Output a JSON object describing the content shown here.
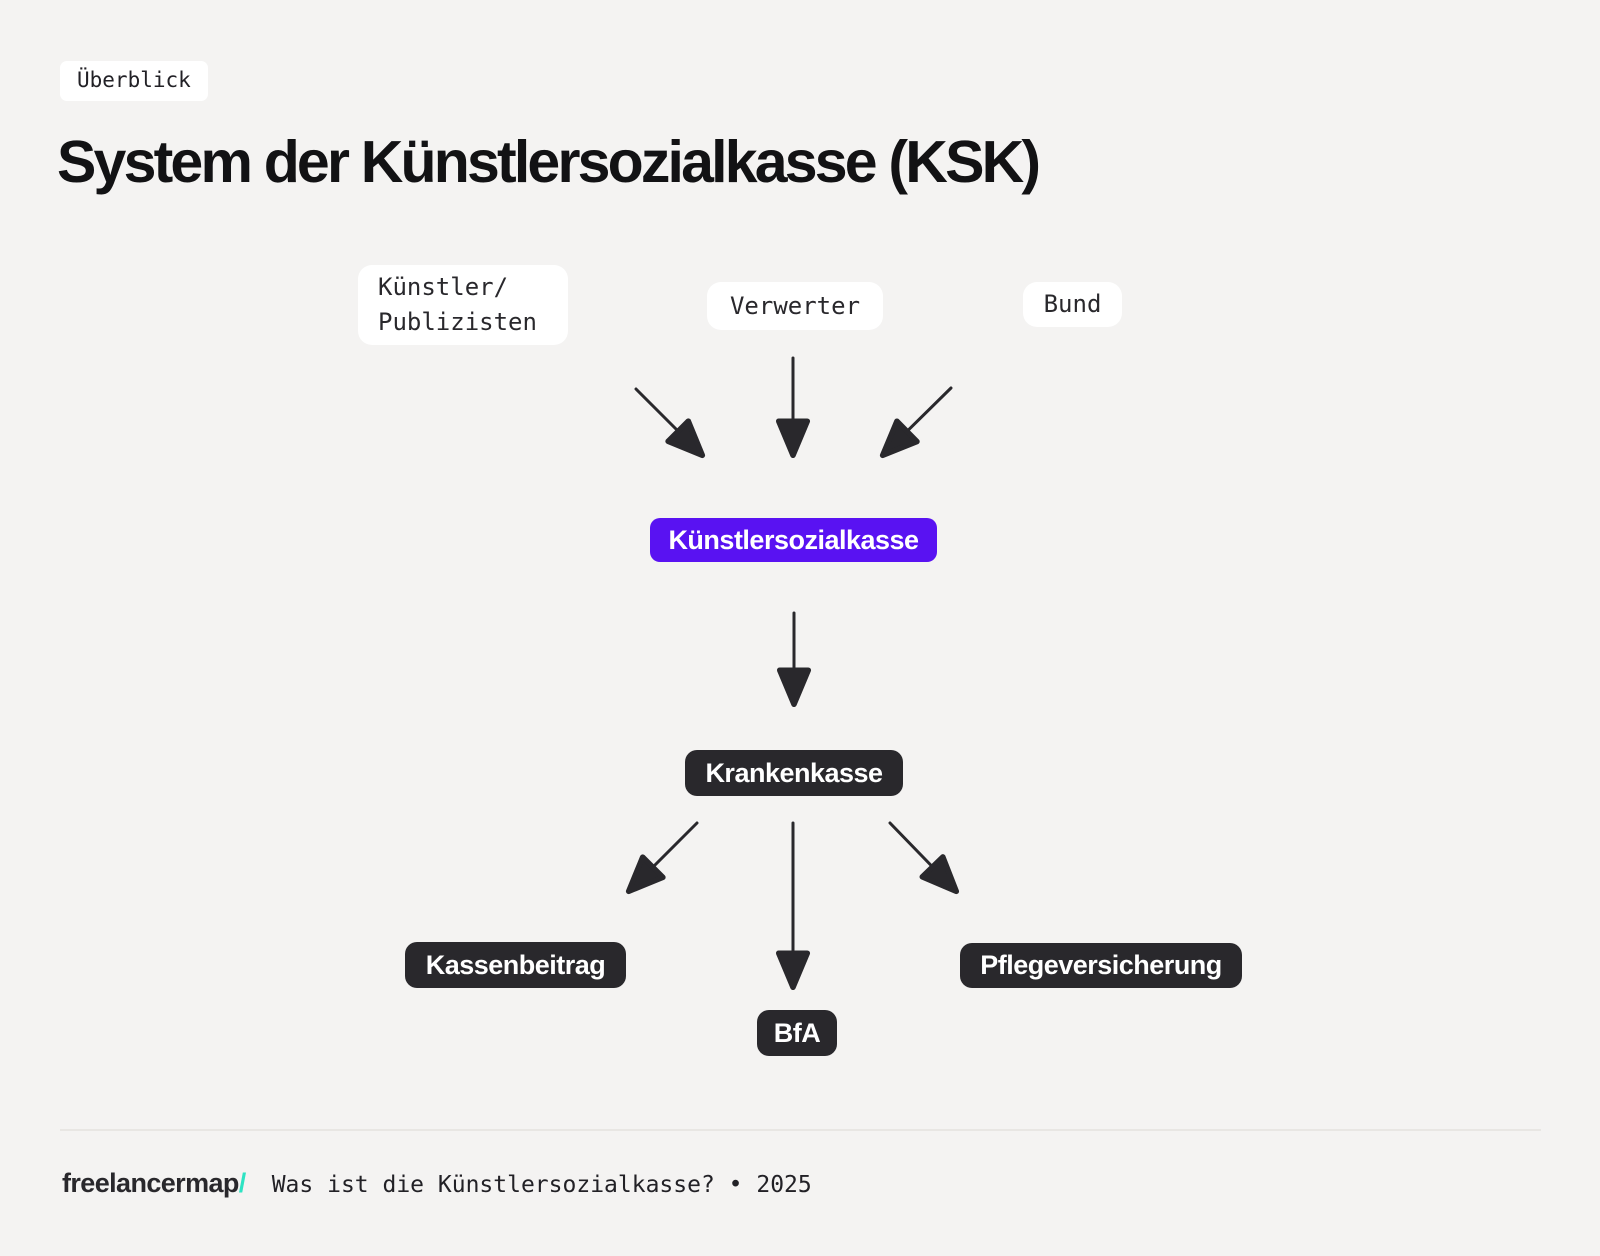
{
  "page": {
    "badge": "Überblick",
    "title": "System der Künstlersozialkasse (KSK)"
  },
  "colors": {
    "background": "#f4f3f2",
    "node_dark": "#29282c",
    "node_accent_purple": "#5912f2",
    "logo_slash_teal": "#2de3c3"
  },
  "diagram": {
    "sources": [
      {
        "label": "Künstler/\nPublizisten"
      },
      {
        "label": "Verwerter"
      },
      {
        "label": "Bund"
      }
    ],
    "central": {
      "label": "Künstlersozialkasse"
    },
    "intermediate": {
      "label": "Krankenkasse"
    },
    "outputs": [
      {
        "label": "Kassenbeitrag"
      },
      {
        "label": "BfA"
      },
      {
        "label": "Pflegeversicherung"
      }
    ],
    "edges": [
      {
        "from": "Künstler/Publizisten",
        "to": "Künstlersozialkasse"
      },
      {
        "from": "Verwerter",
        "to": "Künstlersozialkasse"
      },
      {
        "from": "Bund",
        "to": "Künstlersozialkasse"
      },
      {
        "from": "Künstlersozialkasse",
        "to": "Krankenkasse"
      },
      {
        "from": "Krankenkasse",
        "to": "Kassenbeitrag"
      },
      {
        "from": "Krankenkasse",
        "to": "BfA"
      },
      {
        "from": "Krankenkasse",
        "to": "Pflegeversicherung"
      }
    ]
  },
  "footer": {
    "logo_text": "freelancermap",
    "logo_slash": "/",
    "caption": "Was ist die Künstlersozialkasse? • 2025"
  }
}
